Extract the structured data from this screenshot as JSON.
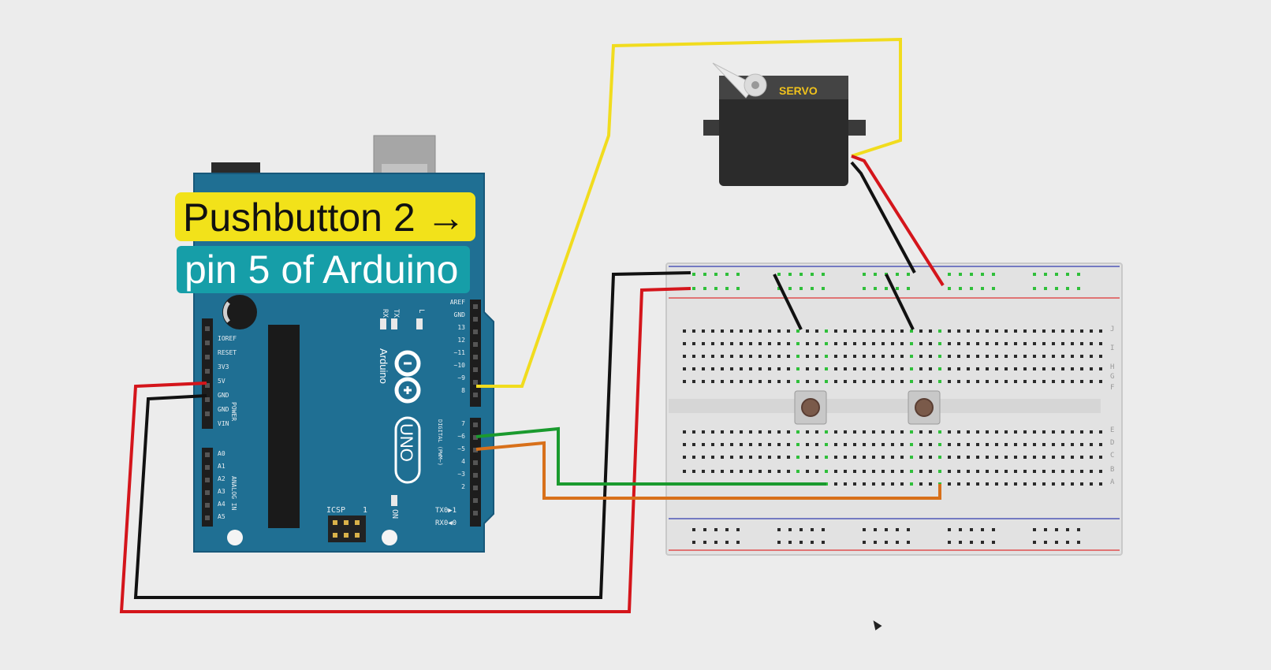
{
  "captions": {
    "line1": "Pushbutton 2 →",
    "line2": "pin 5 of Arduino"
  },
  "servo": {
    "label": "SERVO"
  },
  "arduino": {
    "brand": "Arduino",
    "model": "UNO",
    "icsp": "ICSP",
    "icsp_pin": "1",
    "on_label": "ON",
    "tx_label": "TX",
    "rx_label": "RX",
    "l_label": "L",
    "tx1_label": "TX0▶1",
    "rx0_label": "RX0◀0",
    "power_header": "POWER",
    "analog_header": "ANALOG IN",
    "digital_header": "DIGITAL (PWM~)",
    "power_pins": [
      "IOREF",
      "RESET",
      "3V3",
      "5V",
      "GND",
      "GND",
      "VIN"
    ],
    "analog_pins": [
      "A0",
      "A1",
      "A2",
      "A3",
      "A4",
      "A5"
    ],
    "digital_top_pins": [
      "AREF",
      "GND",
      "13",
      "12",
      "~11",
      "~10",
      "~9",
      "8"
    ],
    "digital_bottom_pins": [
      "7",
      "~6",
      "~5",
      "4",
      "~3",
      "2"
    ]
  },
  "breadboard": {
    "column_letters_top": [
      "J",
      "I",
      "H",
      "G",
      "F"
    ],
    "column_letters_bottom": [
      "E",
      "D",
      "C",
      "B",
      "A"
    ]
  },
  "colors": {
    "background": "#ececec",
    "wire_yellow": "#f1dc1e",
    "wire_red": "#d4151b",
    "wire_black": "#111111",
    "wire_green": "#1a9a2e",
    "wire_orange": "#d8701a",
    "arduino_board": "#1f6f93",
    "caption_yellow": "#f2e21a",
    "caption_teal": "#169ea8"
  }
}
